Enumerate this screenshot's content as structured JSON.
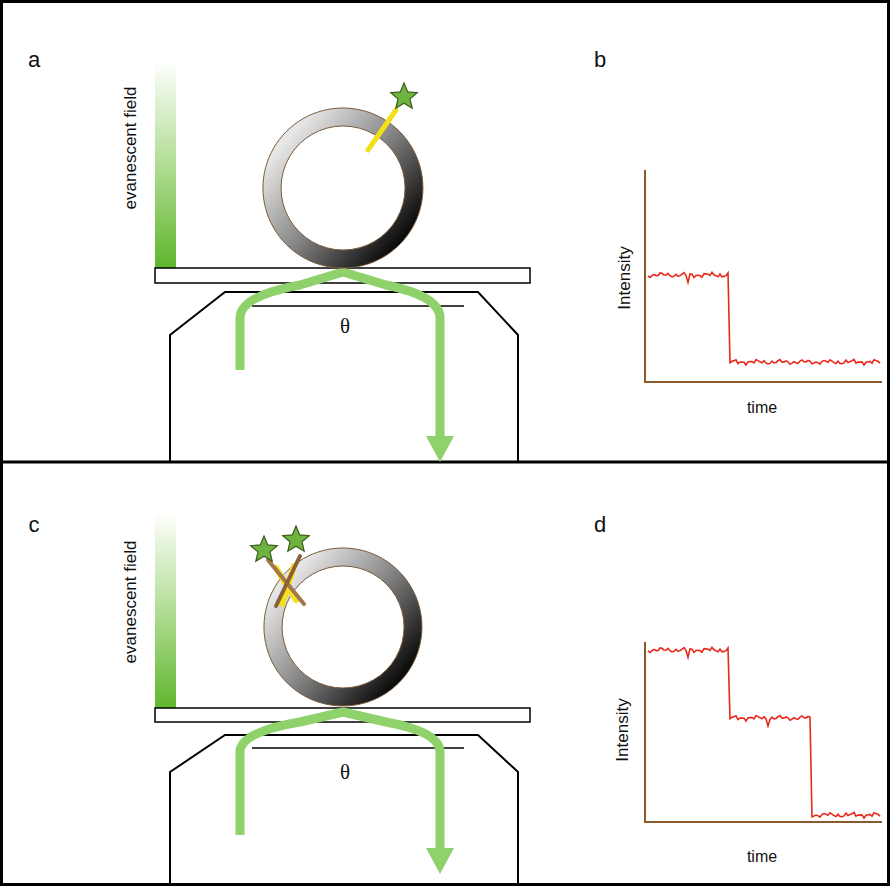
{
  "diagram": {
    "labels": [
      "a",
      "evanescent field",
      "θ",
      "b",
      "Intensity",
      "time",
      "c",
      "evanescent field",
      "θ",
      "d",
      "Intensity",
      "time"
    ]
  }
}
